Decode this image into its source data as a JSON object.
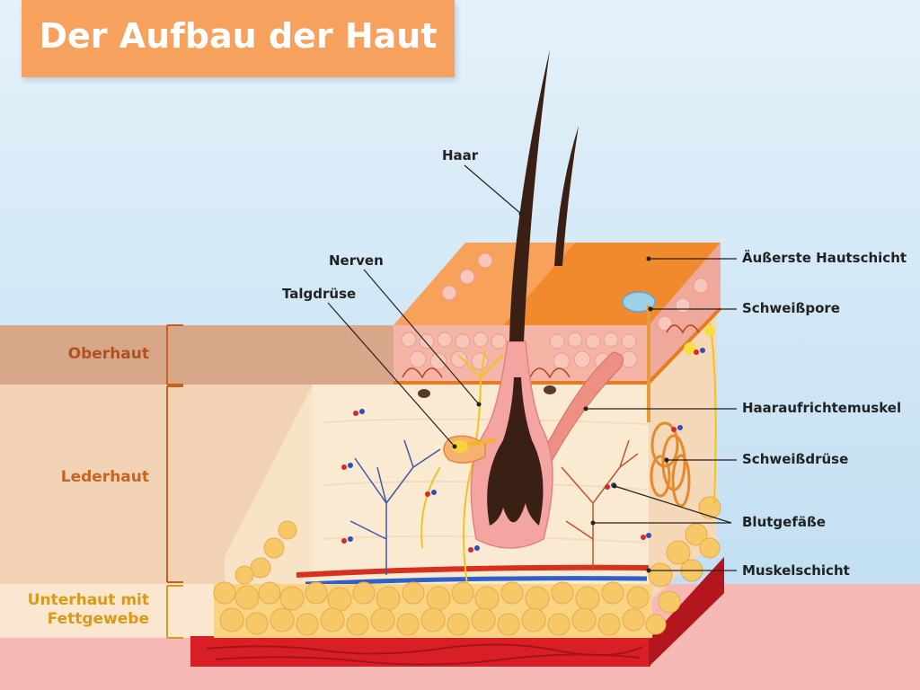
{
  "title": "Der Aufbau der Haut",
  "layers": [
    {
      "key": "oberhaut",
      "label": "Oberhaut",
      "color": "#b1521d"
    },
    {
      "key": "lederhaut",
      "label": "Lederhaut",
      "color": "#c8651d"
    },
    {
      "key": "unterhaut",
      "label": "Unterhaut mit\nFettgewebe",
      "color": "#d99a1b"
    }
  ],
  "labels": {
    "haar": "Haar",
    "nerven": "Nerven",
    "talgdruese": "Talgdrüse",
    "aeusserste": "Äußerste Hautschicht",
    "schweisspore": "Schweißpore",
    "haaraufrichtemuskel": "Haaraufrichtemuskel",
    "schweissdruese": "Schweißdrüse",
    "blutgefaesse": "Blutgefäße",
    "muskelschicht": "Muskelschicht"
  },
  "colors": {
    "sky": "#cfe6f5",
    "floor": "#f6b9b5",
    "title_bg": "#f6a25e",
    "oberhaut_band": "#d8a78a",
    "lederhaut_band": "#f1d2b5",
    "unterhaut_band": "#fbe7cf",
    "epidermis_top": "#f08a2c",
    "fat": "#f6c56a",
    "muscle": "#d91f26",
    "hair": "#3a1f14"
  }
}
